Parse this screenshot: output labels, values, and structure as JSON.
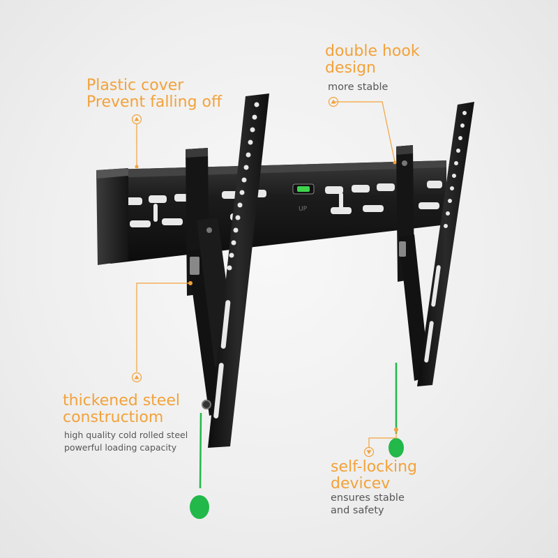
{
  "colors": {
    "accent_orange": "#f2a23a",
    "text_gray": "#555555",
    "bracket_black": "#161616",
    "pull_cord_green": "#22b84a",
    "bubble_level_green": "#3fd44e"
  },
  "callouts": {
    "plastic_cover": {
      "line1": "Plastic cover",
      "line2": "Prevent falling off"
    },
    "double_hook": {
      "line1": "double hook",
      "line2": "design",
      "subtitle": "more stable"
    },
    "thickened_steel": {
      "line1": "thickened steel",
      "line2": "constructiom",
      "subtitle_line1": "high quality cold rolled steel",
      "subtitle_line2": "powerful loading capacity"
    },
    "self_locking": {
      "line1": "self-locking",
      "line2": "devicev",
      "subtitle_line1": "ensures stable",
      "subtitle_line2": "and safety"
    }
  },
  "product": {
    "level_label": "UP",
    "icons": [
      "plastic-cover-marker-icon",
      "hook-marker-icon",
      "steel-marker-icon",
      "lock-marker-icon",
      "bubble-level-icon",
      "pull-cord-handle-icon"
    ]
  }
}
